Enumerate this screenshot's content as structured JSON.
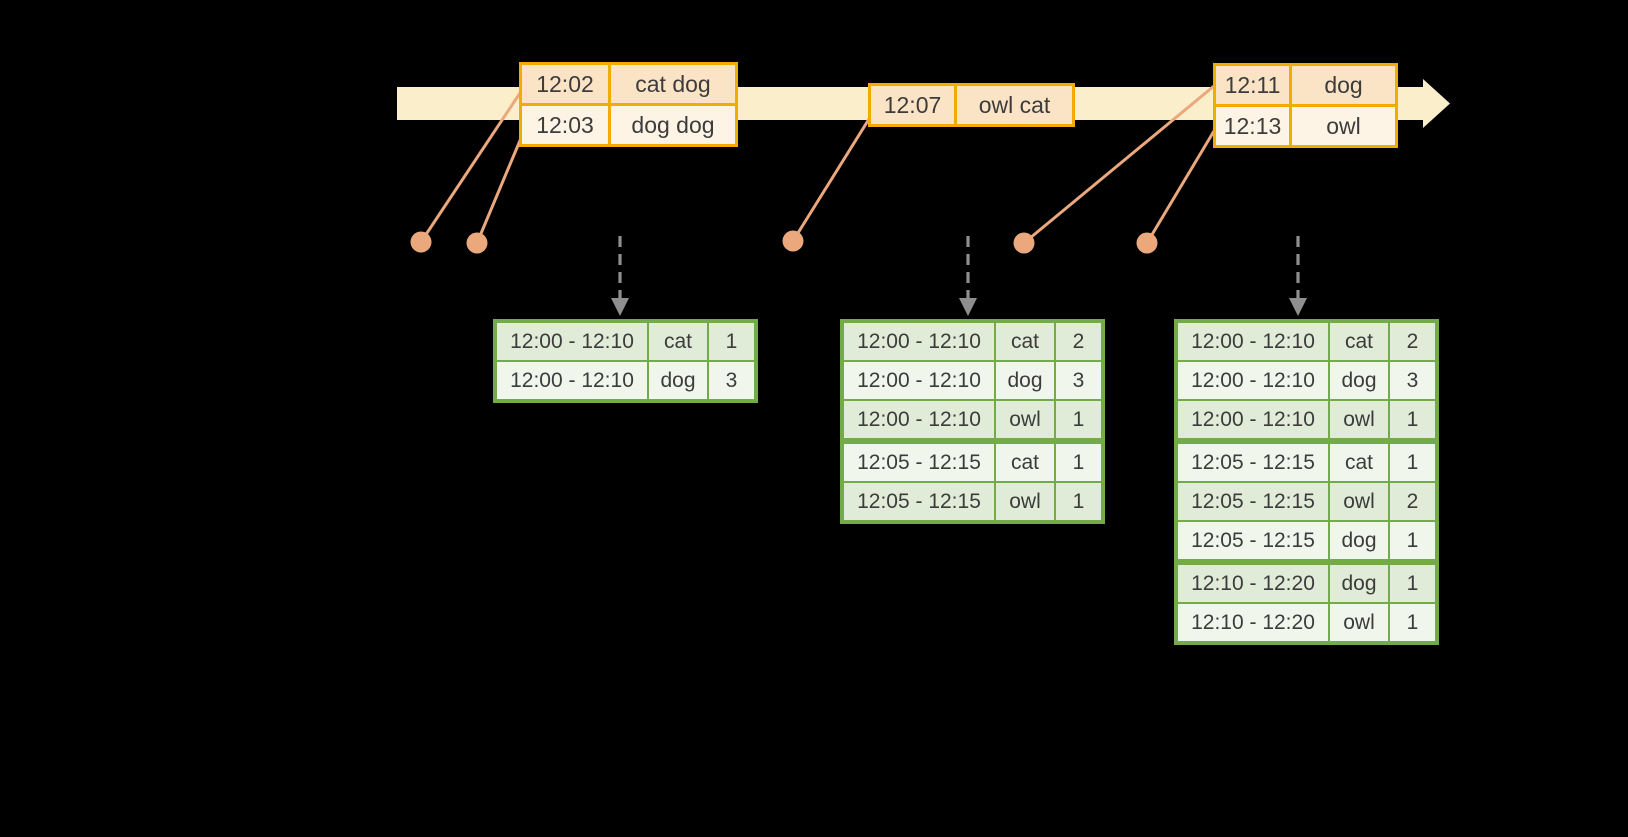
{
  "diagram_title": "windowed-grouped-aggregation-stream",
  "colors": {
    "background": "#000000",
    "timeline_band": "#FAEECB",
    "event_border": "#F1AC02",
    "event_row_dark": "#FBE3C6",
    "event_row_light": "#FEF4E5",
    "connector": "#EBA87D",
    "trigger_arrow": "#8F8F8F",
    "result_border": "#72AB48",
    "result_row_dark": "#E0EBD8",
    "result_row_light": "#F1F6ED",
    "text": "#3C3C3C"
  },
  "timeline": {
    "event_tables": [
      {
        "rows": [
          {
            "time": "12:02",
            "words": "cat dog"
          },
          {
            "time": "12:03",
            "words": "dog dog"
          }
        ]
      },
      {
        "rows": [
          {
            "time": "12:07",
            "words": "owl cat"
          }
        ]
      },
      {
        "rows": [
          {
            "time": "12:11",
            "words": "dog"
          },
          {
            "time": "12:13",
            "words": "owl"
          }
        ]
      }
    ]
  },
  "result_tables": [
    {
      "rows": [
        {
          "window": "12:00 - 12:10",
          "word": "cat",
          "count": "1"
        },
        {
          "window": "12:00 - 12:10",
          "word": "dog",
          "count": "3"
        }
      ]
    },
    {
      "rows": [
        {
          "window": "12:00 - 12:10",
          "word": "cat",
          "count": "2"
        },
        {
          "window": "12:00 - 12:10",
          "word": "dog",
          "count": "3"
        },
        {
          "window": "12:00 - 12:10",
          "word": "owl",
          "count": "1"
        },
        {
          "window": "12:05 - 12:15",
          "word": "cat",
          "count": "1"
        },
        {
          "window": "12:05 - 12:15",
          "word": "owl",
          "count": "1"
        }
      ]
    },
    {
      "rows": [
        {
          "window": "12:00 - 12:10",
          "word": "cat",
          "count": "2"
        },
        {
          "window": "12:00 - 12:10",
          "word": "dog",
          "count": "3"
        },
        {
          "window": "12:00 - 12:10",
          "word": "owl",
          "count": "1"
        },
        {
          "window": "12:05 - 12:15",
          "word": "cat",
          "count": "1"
        },
        {
          "window": "12:05 - 12:15",
          "word": "owl",
          "count": "2"
        },
        {
          "window": "12:05 - 12:15",
          "word": "dog",
          "count": "1"
        },
        {
          "window": "12:10 - 12:20",
          "word": "dog",
          "count": "1"
        },
        {
          "window": "12:10 - 12:20",
          "word": "owl",
          "count": "1"
        }
      ]
    }
  ]
}
